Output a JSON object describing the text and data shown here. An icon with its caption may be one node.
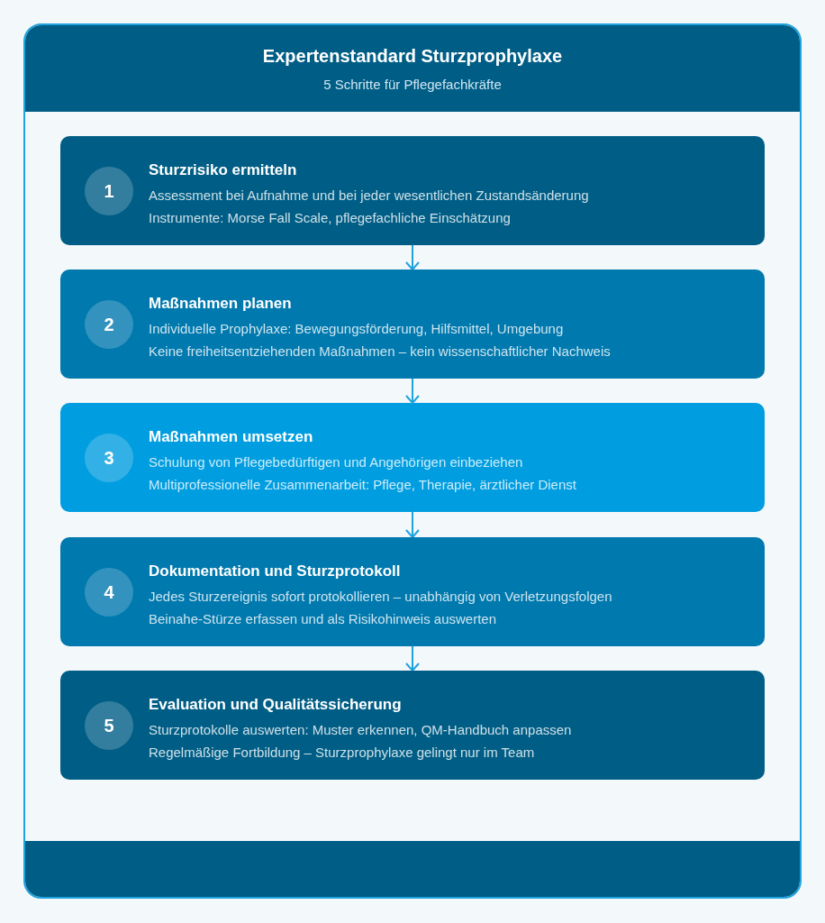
{
  "diagram": {
    "title": "Expertenstandard Sturzprophylaxe",
    "nodes": [
      {
        "text": [
          "Sturzrisiko ermitteln",
          "Assessment bei Aufnahme und bei jeder wesentlichen Zustandsänderung",
          "Instrumente: Morse Fall Scale, pflegefachliche Einschätzung"
        ]
      },
      {
        "text": [
          "1"
        ],
        "in": 0
      },
      {
        "text": [
          "Maßnahmen planen",
          "Individuelle Prophylaxe: Bewegungsförderung, Hilfsmittel, Umgebung",
          "Keine freiheitsentziehenden Maßnahmen – kein wissenschaftlicher Nachweis"
        ]
      },
      {
        "text": [
          "2"
        ],
        "in": 2
      },
      {
        "text": [
          "Maßnahmen umsetzen",
          "Schulung von Pflegebedürftigen und Angehörigen einbeziehen",
          "Multiprofessionelle Zusammenarbeit: Pflege, Therapie, ärztlicher Dienst"
        ]
      },
      {
        "text": [
          "3"
        ],
        "in": 4
      },
      {
        "text": [
          "Dokumentation und Sturzprotokoll",
          "Jedes Sturzereignis sofort protokollieren – unabhängig von Verletzungsfolgen",
          "Beinahe-Stürze erfassen und als Risikohinweis auswerten"
        ]
      },
      {
        "text": [
          "4"
        ],
        "in": 6
      },
      {
        "text": [
          "Evaluation und Qualitätssicherung",
          "Sturzprotokolle auswerten: Muster erkennen, QM-Handbuch anpassen",
          "Regelmäßige Fortbildung – Sturzprophylaxe gelingt nur im Team"
        ]
      },
      {
        "text": [
          "5"
        ],
        "in": 8
      }
    ],
    "edges": [
      {
        "from": 0,
        "to": 2,
        "arrow": "to"
      },
      {
        "from": 2,
        "to": 4,
        "arrow": "to"
      },
      {
        "from": 4,
        "to": 6,
        "arrow": "to"
      },
      {
        "from": 6,
        "to": 8,
        "arrow": "to"
      }
    ],
    "labels": [
      "5 Schritte für Pflegefachkräfte"
    ]
  }
}
